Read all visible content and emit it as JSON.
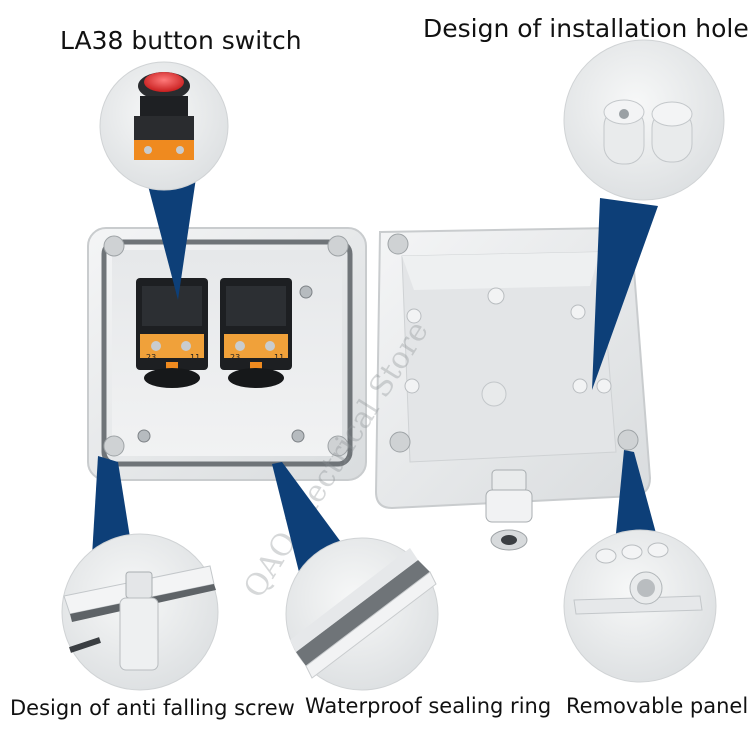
{
  "captions": {
    "la38": "LA38 button switch",
    "holes": "Design of installation hole",
    "screw": "Design of anti falling screw",
    "ring": "Waterproof sealing ring",
    "panel": "Removable panel"
  },
  "watermark": "QAO Electrical Store",
  "switch_labels": [
    "23",
    "11",
    "23",
    "11"
  ],
  "colors": {
    "housing": "#e9ebec",
    "pointer": "#0d3f78",
    "button_red": "#e23b3b",
    "terminal_orange": "#ef8a1f",
    "seal_gray": "#6f7478"
  }
}
